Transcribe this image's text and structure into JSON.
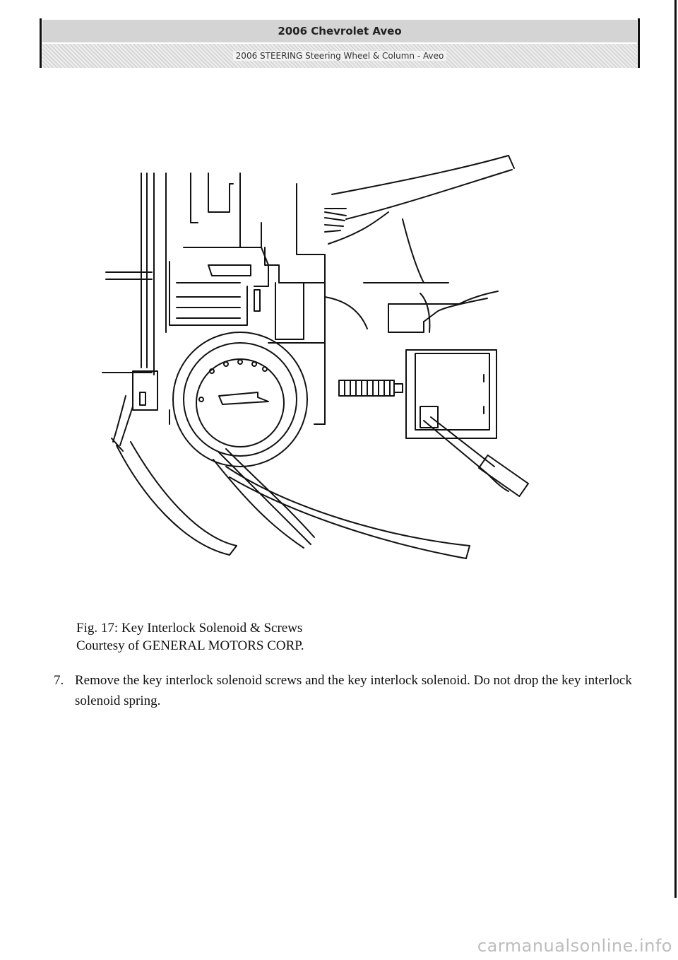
{
  "header": {
    "title": "2006 Chevrolet Aveo",
    "subtitle": "2006 STEERING Steering Wheel & Column - Aveo"
  },
  "figure": {
    "caption_line1": "Fig. 17: Key Interlock Solenoid & Screws",
    "caption_line2": "Courtesy of GENERAL MOTORS CORP."
  },
  "step": {
    "number": "7.",
    "text": "Remove the key interlock solenoid screws and the key interlock solenoid. Do not drop the key interlock solenoid spring."
  },
  "watermark": "carmanualsonline.info"
}
